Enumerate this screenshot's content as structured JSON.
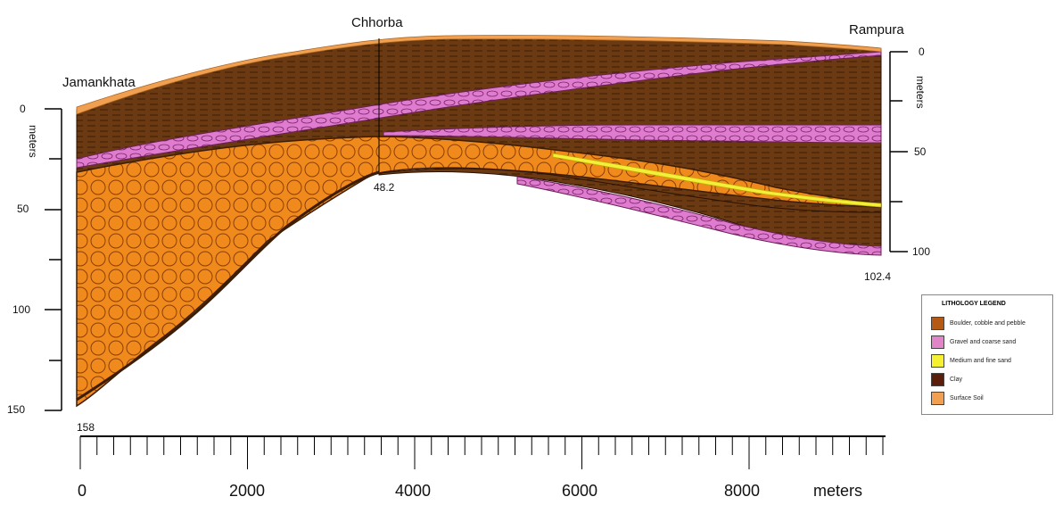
{
  "sites": {
    "left": "Jamankhata",
    "middle": "Chhorba",
    "right": "Rampura"
  },
  "depth_labels": {
    "middle_total": "48.2",
    "right_total": "102.4",
    "left_total": "158"
  },
  "left_axis": {
    "unit": "meters",
    "ticks": [
      "0",
      "50",
      "100",
      "150"
    ]
  },
  "right_axis": {
    "unit": "meters",
    "ticks": [
      "0",
      "50",
      "100"
    ]
  },
  "x_axis": {
    "unit": "meters",
    "ticks": [
      "0",
      "2000",
      "4000",
      "6000",
      "8000"
    ]
  },
  "legend": {
    "title": "LITHOLOGY LEGEND",
    "items": [
      {
        "label": "Boulder, cobble and pebble",
        "color": "#b45a14"
      },
      {
        "label": "Gravel and coarse sand",
        "color": "#e184c8"
      },
      {
        "label": "Medium and fine  sand",
        "color": "#f5f032"
      },
      {
        "label": "Clay",
        "color": "#5a1e0a"
      },
      {
        "label": "Surface Soil",
        "color": "#f0a050"
      }
    ]
  },
  "colors": {
    "clay": "#6b3a12",
    "boulder": "#f08a1c",
    "gravel": "#e07ccf",
    "sand": "#f2ee3a",
    "soil": "#f0a050"
  }
}
